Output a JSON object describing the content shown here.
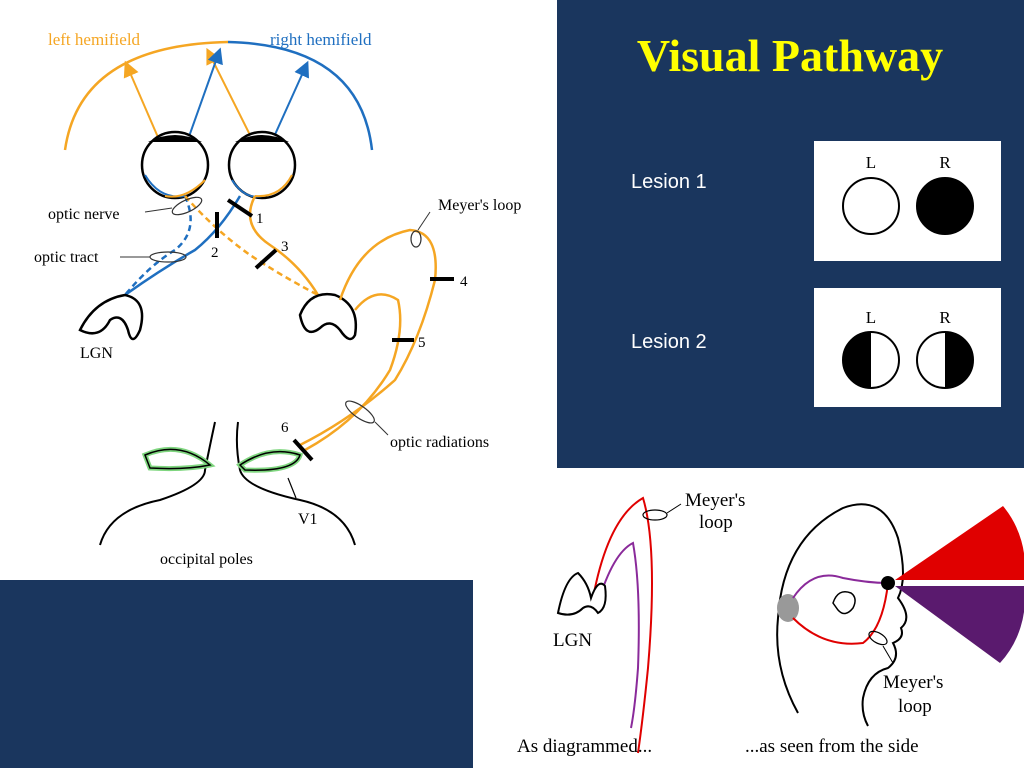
{
  "title": "Visual Pathway",
  "lesions": [
    {
      "label": "Lesion 1",
      "left": "L",
      "right": "R",
      "left_state": "normal",
      "right_state": "blind"
    },
    {
      "label": "Lesion 2",
      "left": "L",
      "right": "R",
      "left_state": "left-half-blind",
      "right_state": "right-half-blind"
    }
  ],
  "diagram": {
    "left_hemifield": "left hemifield",
    "right_hemifield": "right hemifield",
    "optic_nerve": "optic nerve",
    "optic_tract": "optic tract",
    "lgn": "LGN",
    "meyers_loop": "Meyer's loop",
    "optic_radiations": "optic radiations",
    "v1": "V1",
    "occipital_poles": "occipital poles",
    "lesion_markers": [
      "1",
      "2",
      "3",
      "4",
      "5",
      "6"
    ]
  },
  "side_diagram": {
    "meyers_loop_top": [
      "Meyer's",
      "loop"
    ],
    "lgn": "LGN",
    "meyers_loop_bottom": [
      "Meyer's",
      "loop"
    ],
    "caption_left": "As diagrammed...",
    "caption_right": "...as seen from the side"
  },
  "colors": {
    "background": "#1a365e",
    "title": "#ffff00",
    "left_pathway": "#f5a623",
    "right_pathway": "#1f6fc0",
    "v1_highlight": "#7fd67f",
    "red_field": "#e00000",
    "purple_field": "#5a1a6e"
  }
}
